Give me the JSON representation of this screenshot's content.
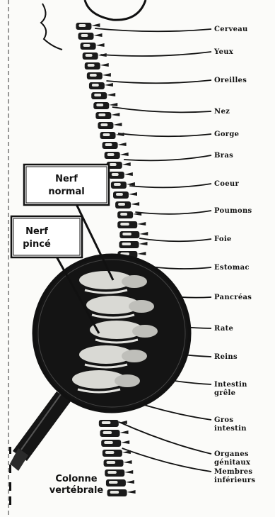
{
  "callouts": {
    "normal_nerve": [
      "Nerf",
      "normal"
    ],
    "pinched_nerve": [
      "Nerf",
      "pincé"
    ]
  },
  "caption": [
    "Colonne",
    "vertébrale"
  ],
  "organ_labels": [
    [
      "Cerveau"
    ],
    [
      "Yeux"
    ],
    [
      "Oreilles"
    ],
    [
      "Nez"
    ],
    [
      "Gorge"
    ],
    [
      "Bras"
    ],
    [
      "Coeur"
    ],
    [
      "Poumons"
    ],
    [
      "Foie"
    ],
    [
      "Estomac"
    ],
    [
      "Pancréas"
    ],
    [
      "Rate"
    ],
    [
      "Reins"
    ],
    [
      "Intestin",
      "grêle"
    ],
    [
      "Gros",
      "intestin"
    ],
    [
      "Organes",
      "génitaux"
    ],
    [
      "Membres",
      "inférieurs"
    ]
  ],
  "colors": {
    "ink": "#111111",
    "paper": "#fbfbf9",
    "lens": "#141414"
  }
}
